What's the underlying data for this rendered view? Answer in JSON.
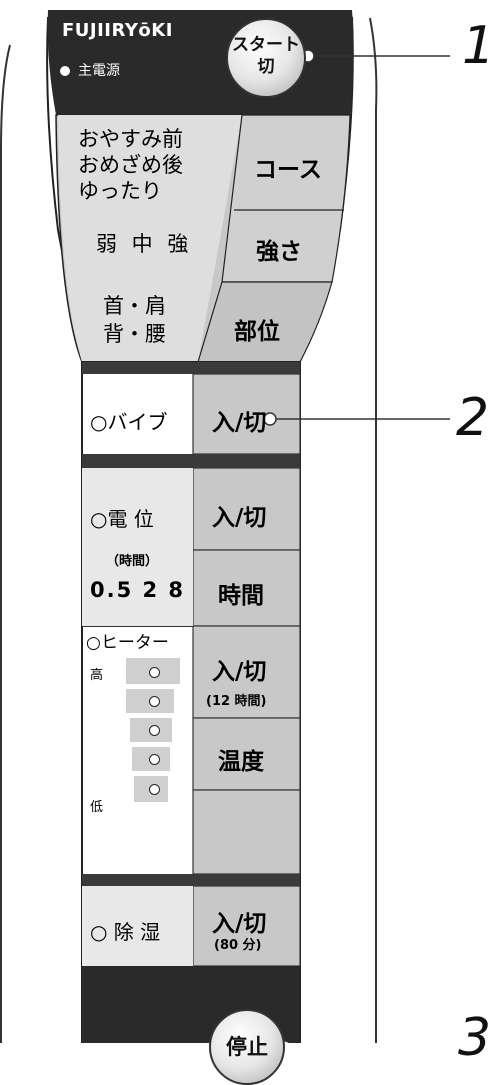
{
  "header": {
    "brand_logo": "FUJIIRYōKI",
    "power_label": "主電源",
    "start_button": "スタート\n切"
  },
  "mode_panel": {
    "course_options": [
      "おやすみ前",
      "おめざめ後",
      "ゆったり"
    ],
    "strength_options": "弱 中 強",
    "area_options": [
      "首・肩",
      "背・腰"
    ],
    "course_button": "コース",
    "strength_button": "強さ",
    "area_button": "部位"
  },
  "vibe_section": {
    "label": "○バイブ",
    "toggle_button": "入/切"
  },
  "potential_section": {
    "label": "○電 位",
    "toggle_button": "入/切",
    "time_heading": "（時間）",
    "time_values": "0.5 2 8",
    "time_button": "時間"
  },
  "heater_section": {
    "label": "○ヒーター",
    "high_label": "高",
    "low_label": "低",
    "toggle_button": "入/切",
    "toggle_note": "(12 時間)",
    "temp_button": "温度"
  },
  "dehumid_section": {
    "label": "○ 除 湿",
    "toggle_button": "入/切",
    "toggle_note": "(80 分)"
  },
  "stop_button": "停止",
  "callouts": [
    "1",
    "2",
    "3"
  ]
}
